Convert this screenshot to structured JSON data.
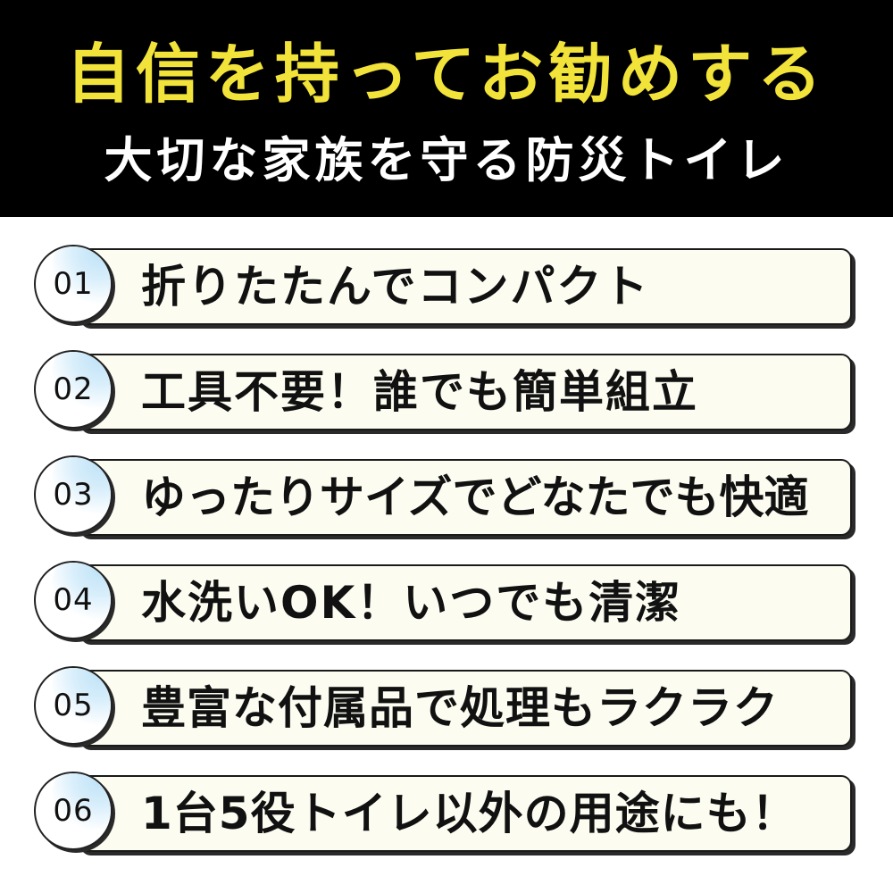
{
  "header": {
    "headline": "自信を持ってお勧めする",
    "subline": "大切な家族を守る防災トイレ"
  },
  "features": [
    {
      "num": "01",
      "text": "折りたたんでコンパクト"
    },
    {
      "num": "02",
      "text": "工具不要！誰でも簡単組立"
    },
    {
      "num": "03",
      "text": "ゆったりサイズでどなたでも快適"
    },
    {
      "num": "04",
      "text": "水洗いOK！いつでも清潔"
    },
    {
      "num": "05",
      "text": "豊富な付属品で処理もラクラク"
    },
    {
      "num": "06",
      "text": "1台5役トイレ以外の用途にも！"
    }
  ],
  "colors": {
    "header_bg": "#000000",
    "headline": "#f2e33a",
    "subline": "#ffffff",
    "bar_bg": "#fcfcf1",
    "circle_accent": "#bfe3f7"
  }
}
